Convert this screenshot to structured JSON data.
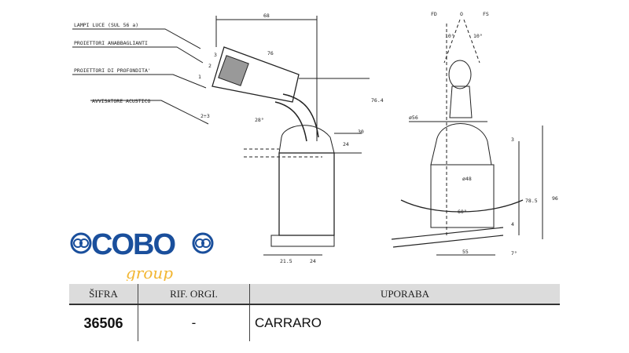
{
  "drawing": {
    "labels_left": [
      "LAMPI LUCE (SUL 56 a)",
      "PROIETTORI ANABBAGLIANTI",
      "PROIETTORI DI PROFONDITA'",
      "AVVISATORE ACUSTICO"
    ],
    "dims_left": [
      "68",
      "76",
      "76.4",
      "30",
      "24",
      "28°",
      "2÷3",
      "21.5",
      "24",
      "3",
      "2",
      "1"
    ],
    "dims_right": [
      "FD",
      "O",
      "FS",
      "10°",
      "10°",
      "ø56",
      "ø48",
      "60°",
      "3",
      "78.5",
      "96",
      "4",
      "7°",
      "55"
    ]
  },
  "logo": {
    "text": "COBO",
    "sub": "group",
    "colors": {
      "blue": "#1a4f9c",
      "yellow": "#f2b632"
    }
  },
  "table": {
    "headers": [
      "ŠIFRA",
      "RIF. ORGI.",
      "UPORABA"
    ],
    "rows": [
      [
        "36506",
        "-",
        "CARRARO"
      ]
    ],
    "header_bg": "#dcdcdc"
  }
}
